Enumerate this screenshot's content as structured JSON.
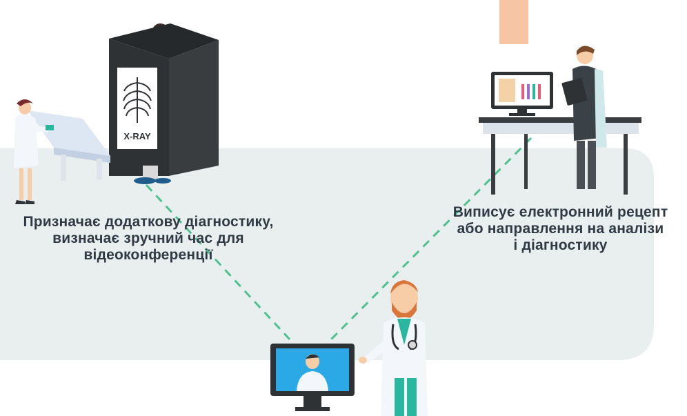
{
  "palette": {
    "panel": "#e9eeee",
    "dashed_line": "#4cc291",
    "dark_figure": "#2f3235",
    "skin": "#f7cda8",
    "accent_peach": "#f5c5a4",
    "teal": "#2ab7a0"
  },
  "icons": [
    "xray-booth-icon",
    "lab-desk-icon",
    "monitor-icon",
    "doctor-icon",
    "nurse-icon"
  ],
  "labels": {
    "xray": "X-RAY"
  },
  "captions": {
    "left": {
      "line1": "Призначає додаткову діагностику,",
      "line2": "визначає зручний час для",
      "line3": "відеоконференції"
    },
    "right": {
      "line1": "Виписує електронний рецепт",
      "line2": "або направлення на аналізи",
      "line3": "і діагностику"
    }
  }
}
